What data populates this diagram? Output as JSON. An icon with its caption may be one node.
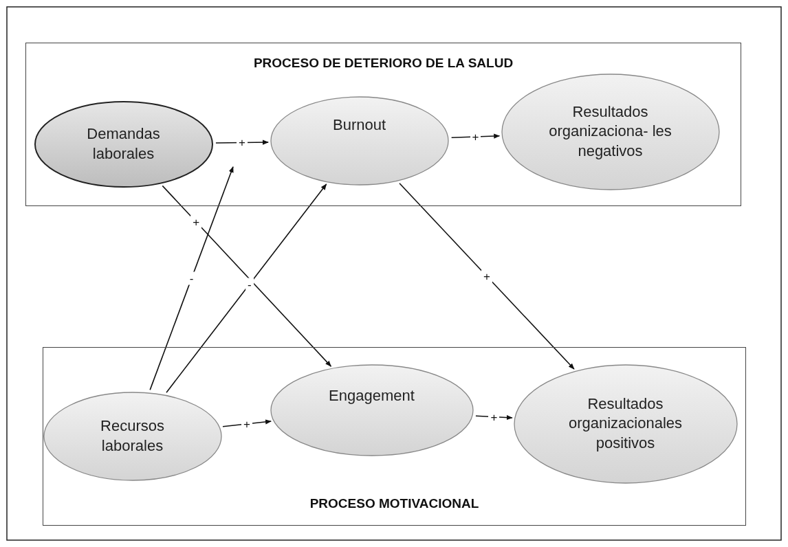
{
  "diagram": {
    "nodes": [
      {
        "text": [
          "PROCESO DE DETERIORO DE LA SALUD"
        ]
      },
      {
        "text": [
          "Demandas laborales"
        ],
        "in": 0
      },
      {
        "text": [
          "Burnout"
        ],
        "in": 0
      },
      {
        "text": [
          "Resultados organizaciona- les negativos"
        ],
        "in": 0
      },
      {
        "text": [
          "PROCESO MOTIVACIONAL"
        ]
      },
      {
        "text": [
          "Recursos laborales"
        ],
        "in": 4
      },
      {
        "text": [
          "Engagement"
        ],
        "in": 4
      },
      {
        "text": [
          "Resultados organizacionales positivos"
        ],
        "in": 4
      }
    ],
    "edges": [
      {
        "from": 1,
        "to": 2,
        "arrow": "to",
        "label": "+"
      },
      {
        "from": 2,
        "to": 3,
        "arrow": "to",
        "label": "+"
      },
      {
        "from": 1,
        "to": 6,
        "arrow": "to",
        "label": "+"
      },
      {
        "from": 5,
        "to": 2,
        "arrow": "to",
        "label": "-"
      },
      {
        "from": 5,
        "to": null,
        "arrow": "to",
        "label": "-"
      },
      {
        "from": 2,
        "to": 7,
        "arrow": "to",
        "label": "+"
      },
      {
        "from": 5,
        "to": 6,
        "arrow": "to",
        "label": "+"
      },
      {
        "from": 6,
        "to": 7,
        "arrow": "to",
        "label": "+"
      }
    ]
  }
}
